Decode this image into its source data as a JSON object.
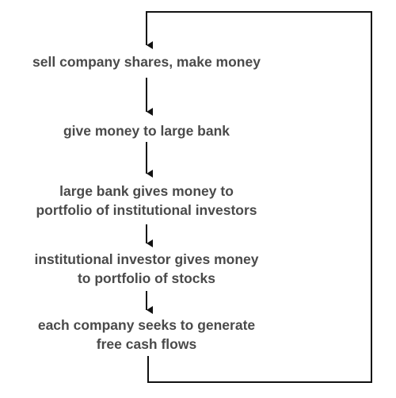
{
  "steps": [
    {
      "lines": [
        "sell company shares, make money"
      ]
    },
    {
      "lines": [
        "give money to large bank"
      ]
    },
    {
      "lines": [
        "large bank gives money to",
        "portfolio of institutional investors"
      ]
    },
    {
      "lines": [
        "institutional investor gives money",
        "to portfolio of stocks"
      ]
    },
    {
      "lines": [
        "each company seeks to generate",
        "free cash flows"
      ]
    }
  ],
  "colors": {
    "text": "#4a4a4a",
    "arrow": "#111111"
  }
}
